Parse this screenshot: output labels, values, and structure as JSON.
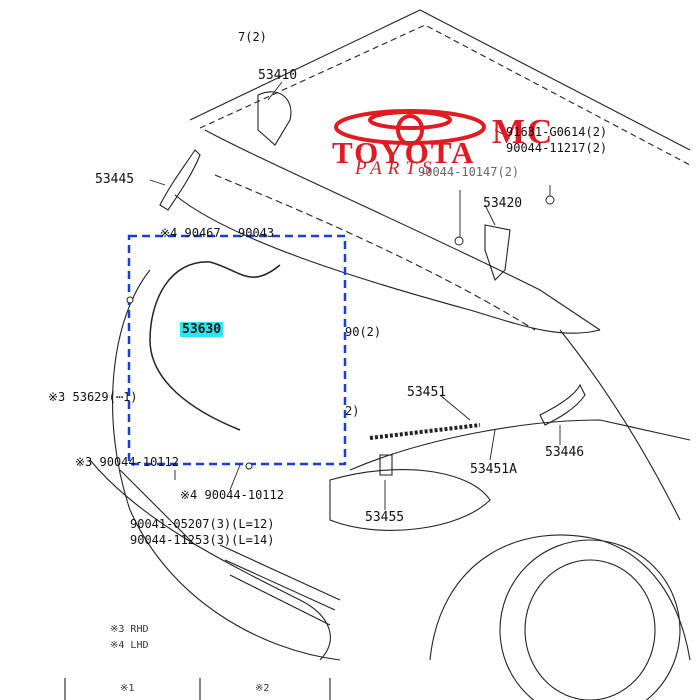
{
  "labels": {
    "top_qty": "7(2)",
    "p53410": "53410",
    "p53445": "53445",
    "p91631": "91631-G0614(2)",
    "p90044_11217": "90044-11217(2)",
    "p90044_10147": "90044-10147(2)",
    "p53420": "53420",
    "p90467": "※4 90467",
    "p90043": "90043",
    "p53630": "53630",
    "qty_90_2": "90(2)",
    "p53629": "※3 53629(⋯1)",
    "qty_2": "2)",
    "p53451": "53451",
    "p53446": "53446",
    "p90044_10112_a": "※3 90044-10112",
    "p53451a": "53451A",
    "p90044_10112_b": "※4 90044-10112",
    "p53455": "53455",
    "p90041": "90041-05207(3)(L=12)",
    "p90044_11253": "90044-11253(3)(L=14)"
  },
  "logo": {
    "mc": "MC",
    "toyota": "TOYOTA",
    "parts": "PARTS",
    "color": "#e01b22"
  },
  "legend": {
    "line1": "※3 RHD",
    "line2": "※4 LHD",
    "col1": "※1",
    "col2": "※2"
  },
  "colors": {
    "frame": "#1a3fd6",
    "highlight": "#29e6f2",
    "ink": "#222222"
  }
}
